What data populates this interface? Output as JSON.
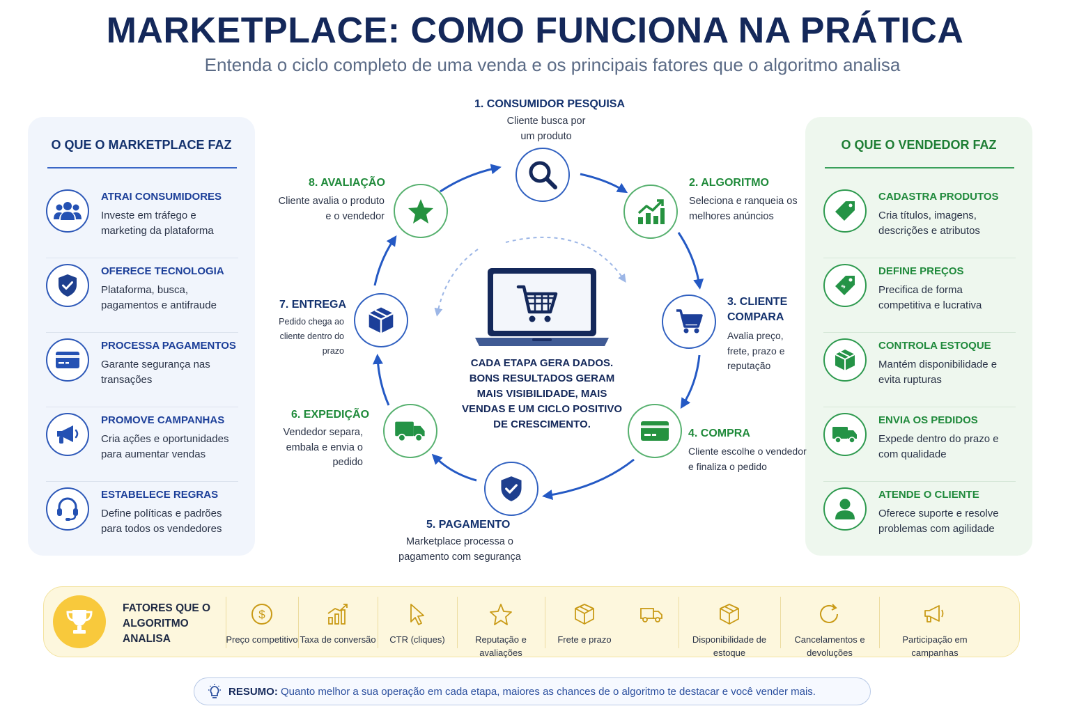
{
  "title": "MARKETPLACE: COMO FUNCIONA NA PRÁTICA",
  "subtitle": "Entenda o ciclo completo de uma venda e os principais fatores que o algoritmo analisa",
  "left_panel": {
    "heading": "O QUE O MARKETPLACE FAZ",
    "items": [
      {
        "title": "ATRAI CONSUMIDORES",
        "desc": "Investe em tráfego e marketing da plataforma",
        "icon": "users-icon"
      },
      {
        "title": "OFERECE TECNOLOGIA",
        "desc": "Plataforma, busca, pagamentos e antifraude",
        "icon": "shield-check-icon"
      },
      {
        "title": "PROCESSA PAGAMENTOS",
        "desc": "Garante segurança nas transações",
        "icon": "credit-card-icon"
      },
      {
        "title": "PROMOVE CAMPANHAS",
        "desc": "Cria ações e oportunidades para aumentar vendas",
        "icon": "megaphone-icon"
      },
      {
        "title": "ESTABELECE REGRAS",
        "desc": "Define políticas e padrões para todos os vendedores",
        "icon": "headset-icon"
      }
    ]
  },
  "right_panel": {
    "heading": "O QUE O VENDEDOR FAZ",
    "items": [
      {
        "title": "CADASTRA PRODUTOS",
        "desc": "Cria títulos, imagens, descrições e atributos",
        "icon": "tag-icon"
      },
      {
        "title": "DEFINE PREÇOS",
        "desc": "Precifica de forma competitiva e lucrativa",
        "icon": "price-tag-icon"
      },
      {
        "title": "CONTROLA ESTOQUE",
        "desc": "Mantém disponibilidade e evita rupturas",
        "icon": "box-icon"
      },
      {
        "title": "ENVIA OS PEDIDOS",
        "desc": "Expede dentro do prazo e com qualidade",
        "icon": "truck-icon"
      },
      {
        "title": "ATENDE O CLIENTE",
        "desc": "Oferece suporte e resolve problemas com agilidade",
        "icon": "person-icon"
      }
    ]
  },
  "cycle": {
    "steps": [
      {
        "title": "1. CONSUMIDOR PESQUISA",
        "desc": "Cliente busca por um produto",
        "icon": "search-icon",
        "tone": "blue"
      },
      {
        "title": "2. ALGORITMO",
        "desc": "Seleciona e ranqueia os melhores anúncios",
        "icon": "chart-up-icon",
        "tone": "green"
      },
      {
        "title": "3. CLIENTE COMPARA",
        "desc": "Avalia preço, frete, prazo e reputação",
        "icon": "cart-icon",
        "tone": "blue"
      },
      {
        "title": "4. COMPRA",
        "desc": "Cliente escolhe o vendedor e finaliza o pedido",
        "icon": "card-icon",
        "tone": "green"
      },
      {
        "title": "5. PAGAMENTO",
        "desc": "Marketplace processa o pagamento com segurança",
        "icon": "shield-check-icon",
        "tone": "blue"
      },
      {
        "title": "6. EXPEDIÇÃO",
        "desc": "Vendedor separa, embala e envia o pedido",
        "icon": "truck-icon",
        "tone": "green"
      },
      {
        "title": "7. ENTREGA",
        "desc": "Pedido chega ao cliente dentro do prazo",
        "icon": "package-icon",
        "tone": "blue"
      },
      {
        "title": "8. AVALIAÇÃO",
        "desc": "Cliente avalia o produto e o vendedor",
        "icon": "star-icon",
        "tone": "green"
      }
    ],
    "center_text": "CADA ETAPA GERA DADOS. BONS RESULTADOS GERAM MAIS VISIBILIDADE, MAIS VENDAS E UM CICLO POSITIVO DE CRESCIMENTO.",
    "center_icon": "laptop-cart-icon"
  },
  "factors": {
    "title": "FATORES QUE O ALGORITMO ANALISA",
    "icon": "trophy-icon",
    "items": [
      {
        "label": "Preço competitivo",
        "icon": "dollar-icon"
      },
      {
        "label": "Taxa de conversão",
        "icon": "bar-growth-icon"
      },
      {
        "label": "CTR (cliques)",
        "icon": "cursor-icon"
      },
      {
        "label": "Reputação e avaliações",
        "icon": "star-outline-icon"
      },
      {
        "label": "Frete e prazo",
        "icon": "box-outline-icon"
      },
      {
        "label": "",
        "icon": "truck-outline-icon"
      },
      {
        "label": "Disponibilidade de estoque",
        "icon": "cube-outline-icon"
      },
      {
        "label": "Cancelamentos e devoluções",
        "icon": "refresh-icon"
      },
      {
        "label": "Participação em campanhas",
        "icon": "megaphone-outline-icon"
      }
    ]
  },
  "summary": {
    "label": "RESUMO:",
    "text": " Quanto melhor a sua operação em cada etapa, maiores as chances de o algoritmo te destacar e você vender mais.",
    "icon": "lightbulb-icon"
  },
  "colors": {
    "navy": "#14285a",
    "blue": "#2d58b8",
    "green": "#2e9a4f",
    "gold": "#f8c93c"
  }
}
